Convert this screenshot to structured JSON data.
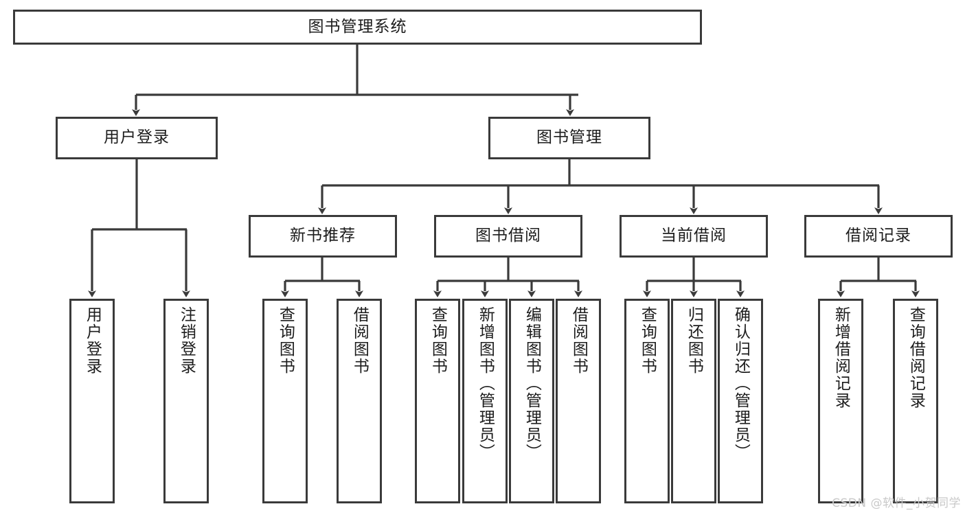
{
  "diagram": {
    "title": "图书管理系统",
    "type": "tree-hierarchy",
    "watermark": "CSDN @软件_小贺同学",
    "root": {
      "label": "图书管理系统"
    },
    "level2": [
      {
        "label": "用户登录"
      },
      {
        "label": "图书管理"
      }
    ],
    "level3": [
      {
        "label": "新书推荐"
      },
      {
        "label": "图书借阅"
      },
      {
        "label": "当前借阅"
      },
      {
        "label": "借阅记录"
      }
    ],
    "leaves": {
      "user_login": [
        {
          "label": "用户登录"
        },
        {
          "label": "注销登录"
        }
      ],
      "new_book_recommend": [
        {
          "label": "查询图书"
        },
        {
          "label": "借阅图书"
        }
      ],
      "book_borrow": [
        {
          "label": "查询图书"
        },
        {
          "label": "新增图书（管理员）"
        },
        {
          "label": "编辑图书（管理员）"
        },
        {
          "label": "借阅图书"
        }
      ],
      "current_borrow": [
        {
          "label": "查询图书"
        },
        {
          "label": "归还图书"
        },
        {
          "label": "确认归还（管理员）"
        }
      ],
      "borrow_records": [
        {
          "label": "新增借阅记录"
        },
        {
          "label": "查询借阅记录"
        }
      ]
    },
    "colors": {
      "stroke": "#3a3a3a",
      "fill": "#ffffff",
      "text": "#1c1c1c",
      "watermark": "#c9c9c9"
    }
  }
}
